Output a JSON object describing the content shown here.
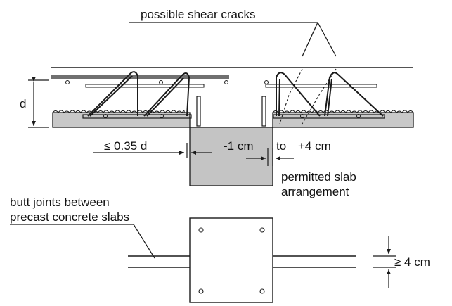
{
  "labels": {
    "shear_cracks": "possible shear cracks",
    "depth": "d",
    "max_support": "≤ 0.35 d",
    "tolerance_low": "-1 cm",
    "tolerance_to": "to",
    "tolerance_high": "+4 cm",
    "permitted_line1": "permitted slab",
    "permitted_line2": "arrangement",
    "butt_line1": "butt joints between",
    "butt_line2": "precast concrete slabs",
    "min_gap": "≥ 4 cm"
  },
  "colors": {
    "concrete": "#c8c8c8",
    "support": "#c4c4c4",
    "line": "#1a1a1a"
  }
}
